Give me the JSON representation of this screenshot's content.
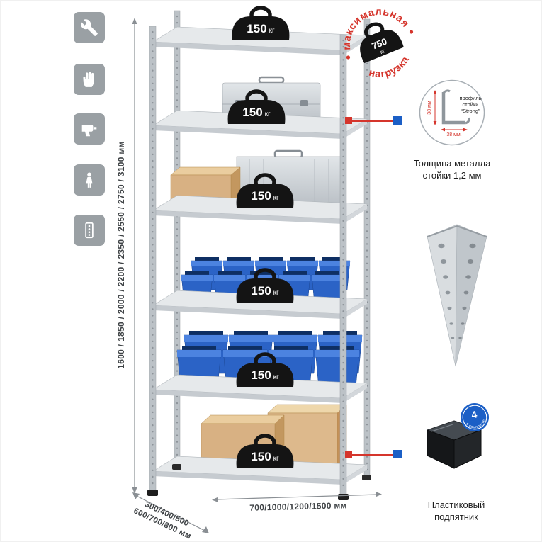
{
  "height_dim": {
    "label": "1600 / 1850 / 2000 / 2200 / 2350 / 2550 / 2750 / 3100 мм"
  },
  "depth_dim": {
    "line1": "300/400/500",
    "line2": "600/700/800 мм"
  },
  "width_dim": {
    "label": "700/1000/1200/1500 мм"
  },
  "stamp": {
    "arc_top": "максимальная",
    "arc_bottom": "нагрузка",
    "value": "750",
    "unit": "кг"
  },
  "shelves": [
    {
      "load": "150",
      "unit": "кг"
    },
    {
      "load": "150",
      "unit": "кг"
    },
    {
      "load": "150",
      "unit": "кг"
    },
    {
      "load": "150",
      "unit": "кг"
    },
    {
      "load": "150",
      "unit": "кг"
    },
    {
      "load": "150",
      "unit": "кг"
    }
  ],
  "profile": {
    "dim_vertical": "38 мм",
    "dim_horizontal": "38 мм.",
    "label_line1": "профиль",
    "label_line2": "стойки",
    "label_line3": "“Strong”",
    "caption_line1": "Толщина металла",
    "caption_line2": "стойки 1,2 мм"
  },
  "foot": {
    "badge_value": "4",
    "badge_arc": "в комплекте",
    "caption_line1": "Пластиковый",
    "caption_line2": "подпятник"
  },
  "icons": [
    {
      "name": "wrench"
    },
    {
      "name": "gloves"
    },
    {
      "name": "drill"
    },
    {
      "name": "person"
    },
    {
      "name": "perforated-post"
    }
  ],
  "colors": {
    "accent_red": "#d5352c",
    "accent_blue": "#1b5fc6",
    "metal_light": "#e6e9eb",
    "metal_mid": "#bcc2c7",
    "bin_blue": "#2b63c6",
    "box_tan": "#d8b183",
    "weight_black": "#141414",
    "icon_gray": "#9aa0a4"
  }
}
